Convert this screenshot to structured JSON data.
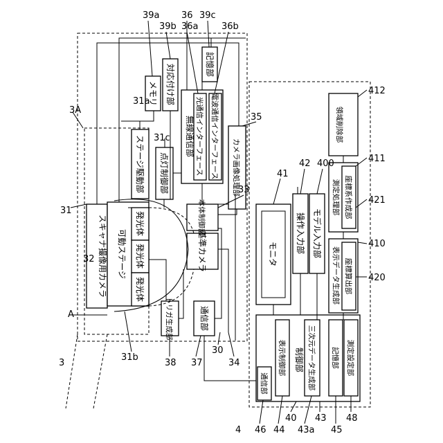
{
  "device_3": {
    "ref": "3",
    "sub_ref": "3A",
    "scanner_camera": "スキャナ撮像用カメラ",
    "scanner_camera_ref": "32",
    "stage": "可動ステージ",
    "stage_ref": "31",
    "emitter": "発光体",
    "emitter_ref": "31b",
    "stage_drive": "ステージ駆動部",
    "stage_drive_ref": "31a",
    "lighting_control": "点灯制御部",
    "lighting_control_ref": "31c",
    "trigger_gen": "トリガ生成部",
    "trigger_gen_ref": "38",
    "comm": "通信部",
    "comm_ref": "37",
    "reference_camera": "基準カメラ",
    "reference_camera_ref": "34",
    "body_control": "本体制御部",
    "body_control_ref": "33",
    "region_a_ref": "A",
    "body_ref": "30",
    "camera_image_processing": "カメラ画像処理部",
    "camera_image_processing_ref": "35",
    "wireless_comm": "無線通信部",
    "wireless_comm_ref": "36",
    "optical_if": "光通信インターフェース",
    "optical_if_ref": "36a",
    "radio_if": "電波通信インターフェース",
    "radio_if_ref": "36b",
    "memory": "メモリ",
    "memory_ref": "39a",
    "association": "対応付け部",
    "association_ref": "39b",
    "storage": "記憶部",
    "storage_ref": "39c"
  },
  "device_4": {
    "ref": "4",
    "monitor": "モニタ",
    "monitor_ref": "41",
    "operation_input": "操作入力部",
    "operation_input_ref": "42",
    "model_input": "モデル入力部",
    "model_input_ref": "400",
    "control": "制御部",
    "control_ref": "40",
    "comm": "通信部",
    "comm_ref": "46",
    "display_control": "表示制御部",
    "display_control_ref": "44",
    "three_d_gen": "三次元データ生成部",
    "three_d_gen_ref": "43a",
    "three_d_gen_outer_ref": "43",
    "storage": "記憶部",
    "storage_ref": "45",
    "measure_setting": "測定設定部",
    "measure_setting_ref": "48",
    "display_data_gen": "表示データ生成部",
    "display_data_gen_ref": "410",
    "coord_calc": "座標算出部",
    "coord_calc_ref": "420",
    "measure_processing": "測定処理部",
    "measure_processing_ref": "411",
    "coord_system": "座標系作成部",
    "coord_system_ref": "421",
    "region_delete": "領域削除部",
    "region_delete_ref": "412"
  }
}
